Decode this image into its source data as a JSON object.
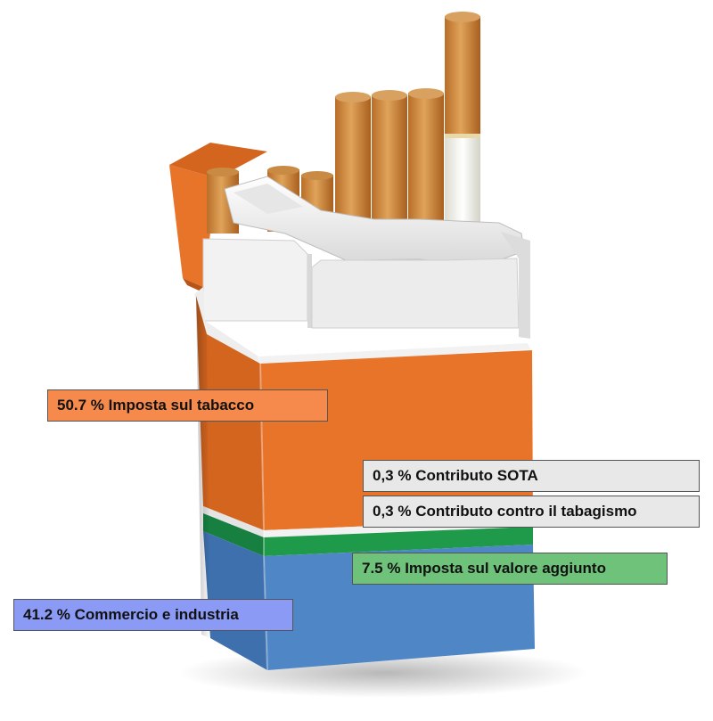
{
  "chart_data": {
    "type": "bar",
    "categories": [
      "Imposta sul tabacco",
      "Contributo SOTA",
      "Contributo contro il tabagismo",
      "Imposta sul valore aggiunto",
      "Commercio e industria"
    ],
    "values": [
      50.7,
      0.3,
      0.3,
      7.5,
      41.2
    ],
    "labels": [
      "50.7 % Imposta sul tabacco",
      "0,3 % Contributo SOTA",
      "0,3 % Contributo contro il tabagismo",
      "7.5 % Imposta sul valore aggiunto",
      "41.2 % Commercio e industria"
    ],
    "colors": [
      "#f58a4c",
      "#e8e8e8",
      "#e8e8e8",
      "#6ec27a",
      "#8a9af5"
    ],
    "band_colors": {
      "tabacco": "#e8742a",
      "contributi": "#f2f2f2",
      "iva": "#1f9a4a",
      "commercio": "#4f86c6"
    }
  }
}
